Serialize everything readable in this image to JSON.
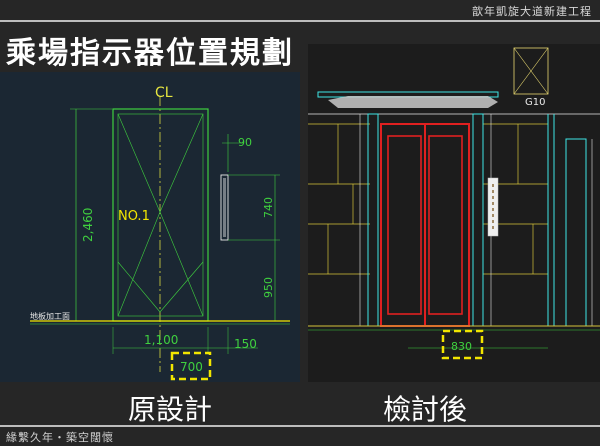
{
  "header": {
    "project_title": "歆年凱旋大道新建工程"
  },
  "slide": {
    "title": "乘場指示器位置規劃",
    "left_caption": "原設計",
    "right_caption": "檢討後"
  },
  "left_drawing": {
    "centerline_mark": "CL",
    "car_label": "NO.1",
    "dim_height": "2,460",
    "dim_90": "90",
    "dim_740": "740",
    "dim_950": "950",
    "dim_width": "1,100",
    "dim_150": "150",
    "dim_highlight": "700",
    "floor_label": "地板加工面",
    "highlight_color": "#f2e600"
  },
  "right_drawing": {
    "grid_tag": "G10",
    "dim_highlight": "830",
    "highlight_color": "#f2e600"
  },
  "footer": {
    "text": "緣繫久年・築空闊懷"
  }
}
